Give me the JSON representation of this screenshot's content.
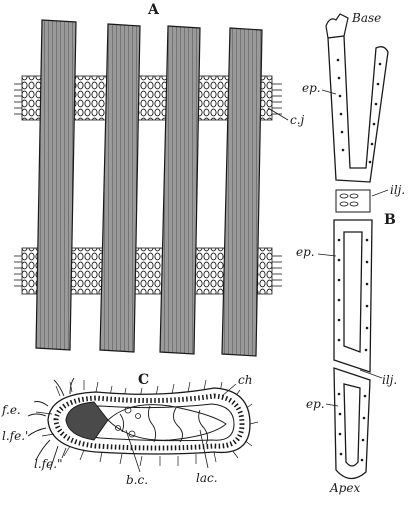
{
  "panels": {
    "a": {
      "letter": "A",
      "labels": {
        "cj": "c.j"
      }
    },
    "b": {
      "letter": "B",
      "labels": {
        "base": "Base",
        "apex": "Apex",
        "ep_top": "ep.",
        "ep_mid": "ep.",
        "ep_low": "ep.",
        "ilj_top": "ilj.",
        "ilj_low": "ilj."
      }
    },
    "c": {
      "letter": "C",
      "labels": {
        "ch": "ch",
        "fe": "f.e.",
        "lfe1": "l.fe.'",
        "lfe2": "l.fe.\"",
        "bc": "b.c.",
        "lac": "lac."
      }
    }
  },
  "colors": {
    "ink": "#1a1a1a",
    "hatch": "#7a7a7a",
    "paper": "#ffffff"
  }
}
